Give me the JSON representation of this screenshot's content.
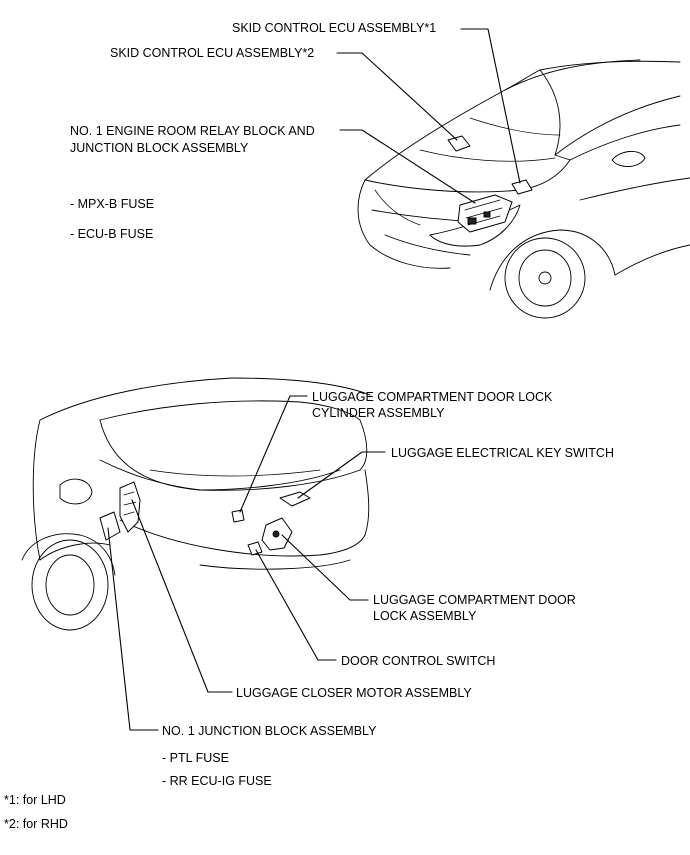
{
  "front_labels": {
    "skid_ecu_1": "SKID CONTROL ECU ASSEMBLY*1",
    "skid_ecu_2": "SKID CONTROL ECU ASSEMBLY*2",
    "relay_block_line1": "NO. 1 ENGINE ROOM RELAY BLOCK AND",
    "relay_block_line2": "JUNCTION BLOCK ASSEMBLY",
    "fuse_mpx_b": "- MPX-B FUSE",
    "fuse_ecu_b": "- ECU-B FUSE"
  },
  "rear_labels": {
    "lock_cylinder_line1": "LUGGAGE COMPARTMENT DOOR LOCK",
    "lock_cylinder_line2": "CYLINDER ASSEMBLY",
    "electrical_key_switch": "LUGGAGE ELECTRICAL KEY SWITCH",
    "door_lock_line1": "LUGGAGE COMPARTMENT DOOR",
    "door_lock_line2": "LOCK ASSEMBLY",
    "door_control_switch": "DOOR CONTROL SWITCH",
    "closer_motor": "LUGGAGE CLOSER MOTOR ASSEMBLY",
    "junction_block": "NO. 1 JUNCTION BLOCK ASSEMBLY",
    "fuse_ptl": "- PTL FUSE",
    "fuse_rr_ecu_ig": "- RR ECU-IG FUSE"
  },
  "footnotes": {
    "note1": "*1: for LHD",
    "note2": "*2: for RHD"
  }
}
